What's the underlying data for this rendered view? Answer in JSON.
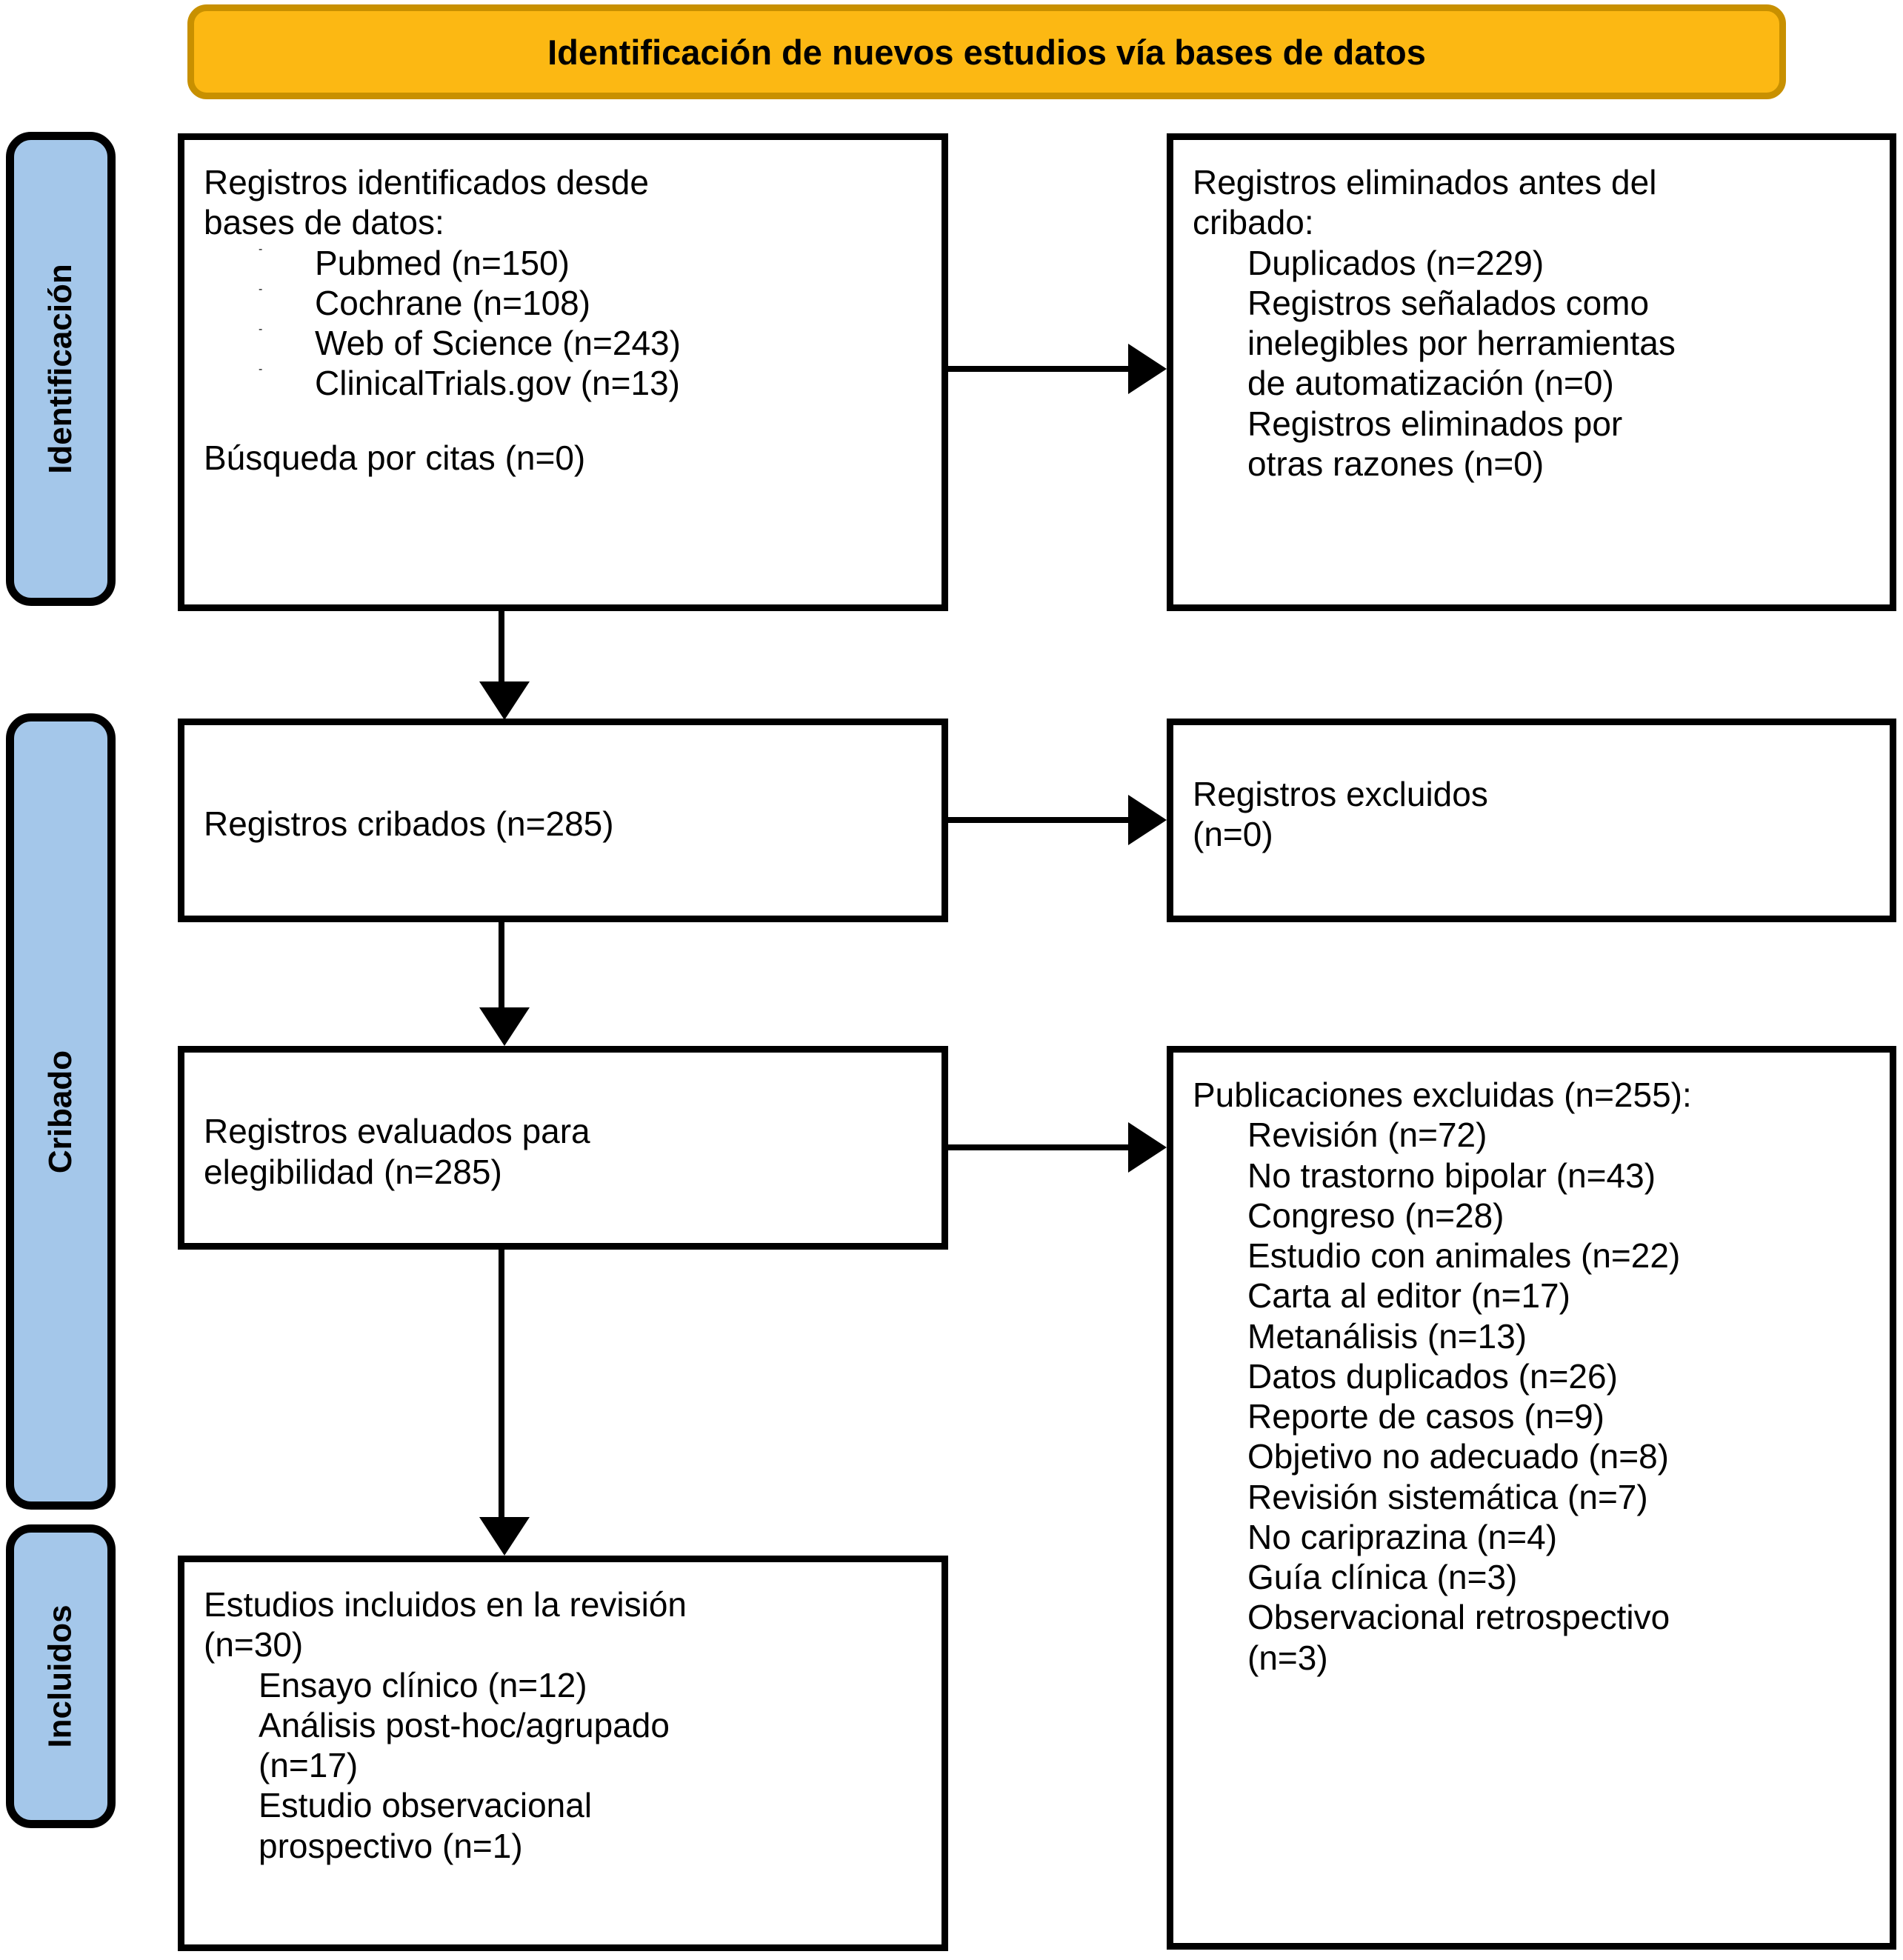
{
  "banner": {
    "title": "Identificación de nuevos estudios vía bases de datos"
  },
  "stages": [
    {
      "key": "identificacion",
      "label": "Identificación"
    },
    {
      "key": "cribado",
      "label": "Cribado"
    },
    {
      "key": "incluidos",
      "label": "Incluidos"
    }
  ],
  "colors": {
    "banner_fill": "#FCB813",
    "banner_border": "#C89000",
    "stage_fill": "#A4C7EA",
    "box_border": "#000000",
    "box_fill": "#FFFFFF",
    "connector": "#000000"
  },
  "boxes": {
    "identified": {
      "heading_line1": "Registros identificados desde",
      "heading_line2": "bases de datos:",
      "bullet_marker": "-",
      "sources": [
        "Pubmed (n=150)",
        "Cochrane (n=108)",
        "Web of Science (n=243)",
        "ClinicalTrials.gov (n=13)"
      ],
      "citation_search": "Búsqueda por citas (n=0)"
    },
    "removed_before_screening": {
      "heading_line1": "Registros eliminados antes del",
      "heading_line2": "cribado:",
      "items": [
        "Duplicados (n=229)",
        "Registros señalados como",
        "inelegibles por herramientas",
        "de automatización (n=0)",
        "Registros eliminados por",
        "otras razones (n=0)"
      ]
    },
    "screened": {
      "text": "Registros cribados (n=285)"
    },
    "records_excluded": {
      "line1": "Registros excluidos",
      "line2": "(n=0)"
    },
    "assessed_eligibility": {
      "line1": "Registros evaluados para",
      "line2": "elegibilidad (n=285)"
    },
    "publications_excluded": {
      "heading": "Publicaciones excluidas (n=255):",
      "reasons": [
        "Revisión (n=72)",
        "No trastorno bipolar (n=43)",
        "Congreso (n=28)",
        "Estudio con animales (n=22)",
        "Carta al editor (n=17)",
        "Metanálisis (n=13)",
        "Datos duplicados (n=26)",
        "Reporte de casos (n=9)",
        "Objetivo no adecuado (n=8)",
        "Revisión sistemática (n=7)",
        "No cariprazina (n=4)",
        "Guía clínica (n=3)",
        "Observacional retrospectivo",
        "(n=3)"
      ]
    },
    "included": {
      "heading_line1": "Estudios incluidos en la revisión",
      "heading_line2": "(n=30)",
      "types": [
        "Ensayo clínico (n=12)",
        "Análisis post-hoc/agrupado",
        "(n=17)",
        "Estudio observacional",
        "prospectivo (n=1)"
      ]
    }
  },
  "connectors": [
    {
      "name": "identified-to-removed",
      "direction": "right"
    },
    {
      "name": "screened-to-excluded",
      "direction": "right"
    },
    {
      "name": "eligibility-to-publications-excluded",
      "direction": "right"
    },
    {
      "name": "identified-to-screened",
      "direction": "down"
    },
    {
      "name": "screened-to-eligibility",
      "direction": "down"
    },
    {
      "name": "eligibility-to-included",
      "direction": "down"
    }
  ]
}
